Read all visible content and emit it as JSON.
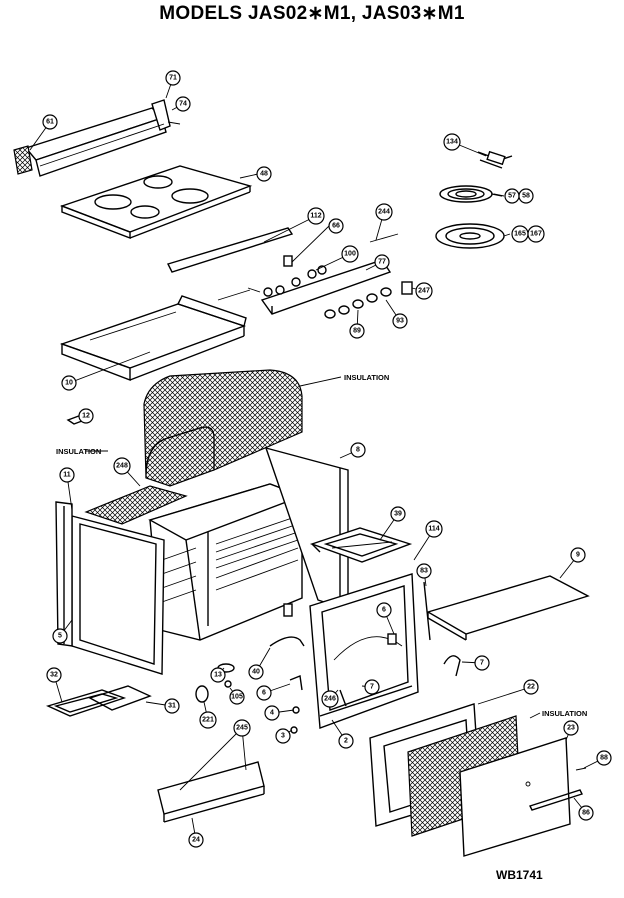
{
  "title": "MODELS JAS02∗M1, JAS03∗M1",
  "doc_number": "WB1741",
  "insulation_labels": [
    "INSULATION",
    "INSULATION",
    "INSULATION"
  ],
  "callouts": [
    {
      "id": "71"
    },
    {
      "id": "74"
    },
    {
      "id": "61"
    },
    {
      "id": "48"
    },
    {
      "id": "134"
    },
    {
      "id": "57"
    },
    {
      "id": "58"
    },
    {
      "id": "165"
    },
    {
      "id": "167"
    },
    {
      "id": "112"
    },
    {
      "id": "66"
    },
    {
      "id": "244"
    },
    {
      "id": "100"
    },
    {
      "id": "77"
    },
    {
      "id": "247"
    },
    {
      "id": "89"
    },
    {
      "id": "93"
    },
    {
      "id": "10"
    },
    {
      "id": "12"
    },
    {
      "id": "8"
    },
    {
      "id": "248"
    },
    {
      "id": "11"
    },
    {
      "id": "39"
    },
    {
      "id": "114"
    },
    {
      "id": "9"
    },
    {
      "id": "83"
    },
    {
      "id": "5"
    },
    {
      "id": "6"
    },
    {
      "id": "7"
    },
    {
      "id": "13"
    },
    {
      "id": "40"
    },
    {
      "id": "105"
    },
    {
      "id": "6"
    },
    {
      "id": "4"
    },
    {
      "id": "3"
    },
    {
      "id": "246"
    },
    {
      "id": "7"
    },
    {
      "id": "2"
    },
    {
      "id": "32"
    },
    {
      "id": "31"
    },
    {
      "id": "221"
    },
    {
      "id": "22"
    },
    {
      "id": "23"
    },
    {
      "id": "88"
    },
    {
      "id": "86"
    },
    {
      "id": "245"
    },
    {
      "id": "24"
    }
  ]
}
